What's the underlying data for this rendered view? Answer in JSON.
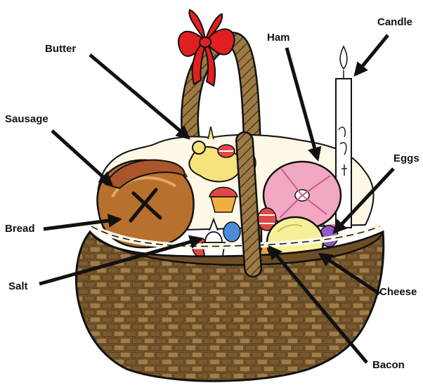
{
  "labels": {
    "butter": "Butter",
    "ham": "Ham",
    "candle": "Candle",
    "sausage": "Sausage",
    "eggs": "Eggs",
    "bread": "Bread",
    "salt": "Salt",
    "cheese": "Cheese",
    "bacon": "Bacon"
  },
  "colors": {
    "basket": "#8B6A3A",
    "basket_dark": "#5A3F1C",
    "ribbon": "#E02020",
    "bread": "#B8702E",
    "ham": "#F2A7C3",
    "cheese": "#F7F09A",
    "candle": "#FFFFFF",
    "cloth": "#FFF8E6",
    "outline": "#111111"
  }
}
